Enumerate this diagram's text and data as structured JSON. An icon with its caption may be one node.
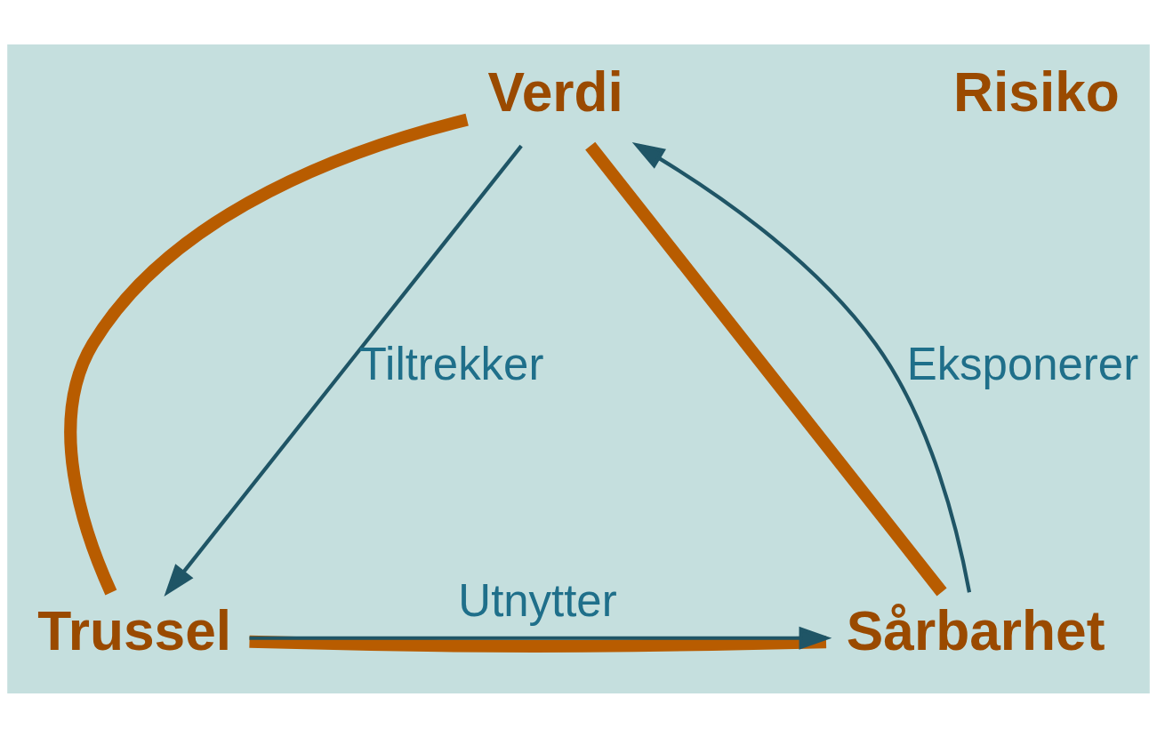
{
  "diagram": {
    "nodes": [
      {
        "text": [
          "Verdi"
        ]
      },
      {
        "text": [
          "Trussel"
        ]
      },
      {
        "text": [
          "Sårbarhet"
        ]
      }
    ],
    "edges": [
      {
        "from": 0,
        "to": 1,
        "arrow": "none",
        "style": "thick",
        "color": "#b85c00"
      },
      {
        "from": 1,
        "to": 2,
        "arrow": "none",
        "style": "thick",
        "color": "#b85c00"
      },
      {
        "from": 2,
        "to": 0,
        "arrow": "none",
        "style": "thick",
        "color": "#b85c00"
      },
      {
        "from": 0,
        "to": 1,
        "arrow": "to",
        "label": "Tiltrekker",
        "color": "#1f5566"
      },
      {
        "from": 1,
        "to": 2,
        "arrow": "to",
        "label": "Utnytter",
        "color": "#1f5566"
      },
      {
        "from": 2,
        "to": 0,
        "arrow": "to",
        "label": "Eksponerer",
        "color": "#1f5566"
      }
    ],
    "labels": [
      "Risiko"
    ]
  }
}
